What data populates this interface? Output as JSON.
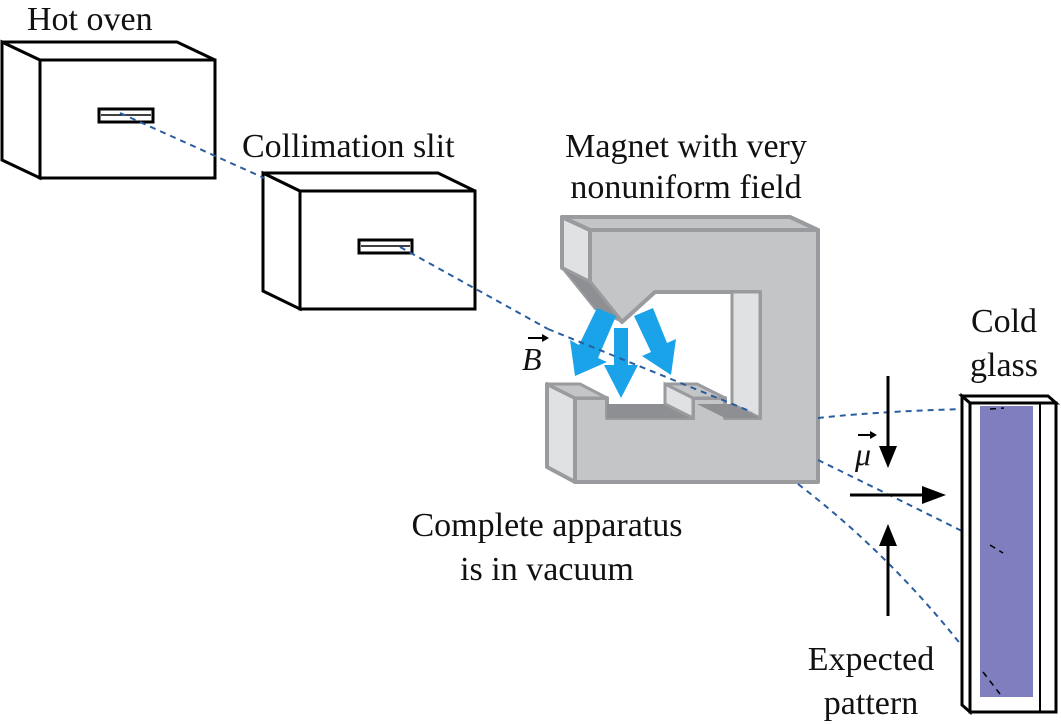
{
  "labels": {
    "hot_oven": "Hot oven",
    "collimation_slit": "Collimation slit",
    "magnet_line1": "Magnet with very",
    "magnet_line2": "nonuniform field",
    "field_symbol": "B",
    "moment_symbol": "μ",
    "cold_line1": "Cold",
    "cold_line2": "glass",
    "apparatus_line1": "Complete apparatus",
    "apparatus_line2": "is in vacuum",
    "expected_line1": "Expected",
    "expected_line2": "pattern"
  },
  "colors": {
    "beam": "#2a5d9f",
    "field_arrows": "#1aa3e8",
    "magnet_face": "#c4c5c7",
    "magnet_side": "#e0e1e3",
    "magnet_shadow": "#8e8f92",
    "magnet_edge": "#9a9b9e",
    "glass_fill": "#7f7fbf",
    "ink": "#000000"
  }
}
